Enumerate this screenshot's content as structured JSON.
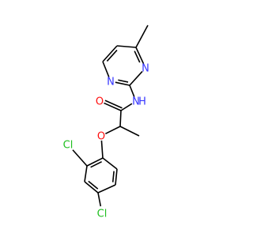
{
  "diagram": {
    "type": "chemical-structure",
    "colors": {
      "bond": "#000000",
      "N": "#3333ff",
      "O": "#ff0d0d",
      "Cl": "#1fbf1f",
      "background": "#ffffff"
    },
    "atoms": [
      {
        "id": "methyl",
        "label": "",
        "element": "C"
      },
      {
        "id": "pyr_c4",
        "label": "",
        "element": "C"
      },
      {
        "id": "pyr_c5",
        "label": "",
        "element": "C"
      },
      {
        "id": "pyr_c6",
        "label": "",
        "element": "C"
      },
      {
        "id": "pyr_n1",
        "label": "N",
        "element": "N"
      },
      {
        "id": "pyr_c2",
        "label": "",
        "element": "C"
      },
      {
        "id": "pyr_n3",
        "label": "N",
        "element": "N"
      },
      {
        "id": "amide_n",
        "label": "N",
        "element": "N"
      },
      {
        "id": "amide_h",
        "label": "H",
        "element": "N"
      },
      {
        "id": "carbonyl_c",
        "label": "",
        "element": "C"
      },
      {
        "id": "carbonyl_o",
        "label": "O",
        "element": "O"
      },
      {
        "id": "alpha_c",
        "label": "",
        "element": "C"
      },
      {
        "id": "alpha_methyl",
        "label": "",
        "element": "C"
      },
      {
        "id": "ether_o",
        "label": "O",
        "element": "O"
      },
      {
        "id": "ph_c1",
        "label": "",
        "element": "C"
      },
      {
        "id": "ph_c2",
        "label": "",
        "element": "C"
      },
      {
        "id": "ph_c3",
        "label": "",
        "element": "C"
      },
      {
        "id": "ph_c4",
        "label": "",
        "element": "C"
      },
      {
        "id": "ph_c5",
        "label": "",
        "element": "C"
      },
      {
        "id": "ph_c6",
        "label": "",
        "element": "C"
      },
      {
        "id": "cl_2",
        "label": "Cl",
        "element": "Cl"
      },
      {
        "id": "cl_4",
        "label": "Cl",
        "element": "Cl"
      }
    ],
    "bonds": [
      {
        "from": "methyl",
        "to": "pyr_c4",
        "order": 1
      },
      {
        "from": "pyr_c4",
        "to": "pyr_c5",
        "order": 1
      },
      {
        "from": "pyr_c5",
        "to": "pyr_c6",
        "order": 2
      },
      {
        "from": "pyr_c6",
        "to": "pyr_n1",
        "order": 1
      },
      {
        "from": "pyr_n1",
        "to": "pyr_c2",
        "order": 2
      },
      {
        "from": "pyr_c2",
        "to": "pyr_n3",
        "order": 1
      },
      {
        "from": "pyr_n3",
        "to": "pyr_c4",
        "order": 2
      },
      {
        "from": "pyr_c2",
        "to": "amide_n",
        "order": 1
      },
      {
        "from": "amide_n",
        "to": "carbonyl_c",
        "order": 1
      },
      {
        "from": "carbonyl_c",
        "to": "carbonyl_o",
        "order": 2
      },
      {
        "from": "carbonyl_c",
        "to": "alpha_c",
        "order": 1
      },
      {
        "from": "alpha_c",
        "to": "alpha_methyl",
        "order": 1
      },
      {
        "from": "alpha_c",
        "to": "ether_o",
        "order": 1
      },
      {
        "from": "ether_o",
        "to": "ph_c1",
        "order": 1
      },
      {
        "from": "ph_c1",
        "to": "ph_c2",
        "order": 2
      },
      {
        "from": "ph_c2",
        "to": "ph_c3",
        "order": 1
      },
      {
        "from": "ph_c3",
        "to": "ph_c4",
        "order": 2
      },
      {
        "from": "ph_c4",
        "to": "ph_c5",
        "order": 1
      },
      {
        "from": "ph_c5",
        "to": "ph_c6",
        "order": 2
      },
      {
        "from": "ph_c6",
        "to": "ph_c1",
        "order": 1
      },
      {
        "from": "ph_c2",
        "to": "cl_2",
        "order": 1
      },
      {
        "from": "ph_c4",
        "to": "cl_4",
        "order": 1
      }
    ]
  }
}
